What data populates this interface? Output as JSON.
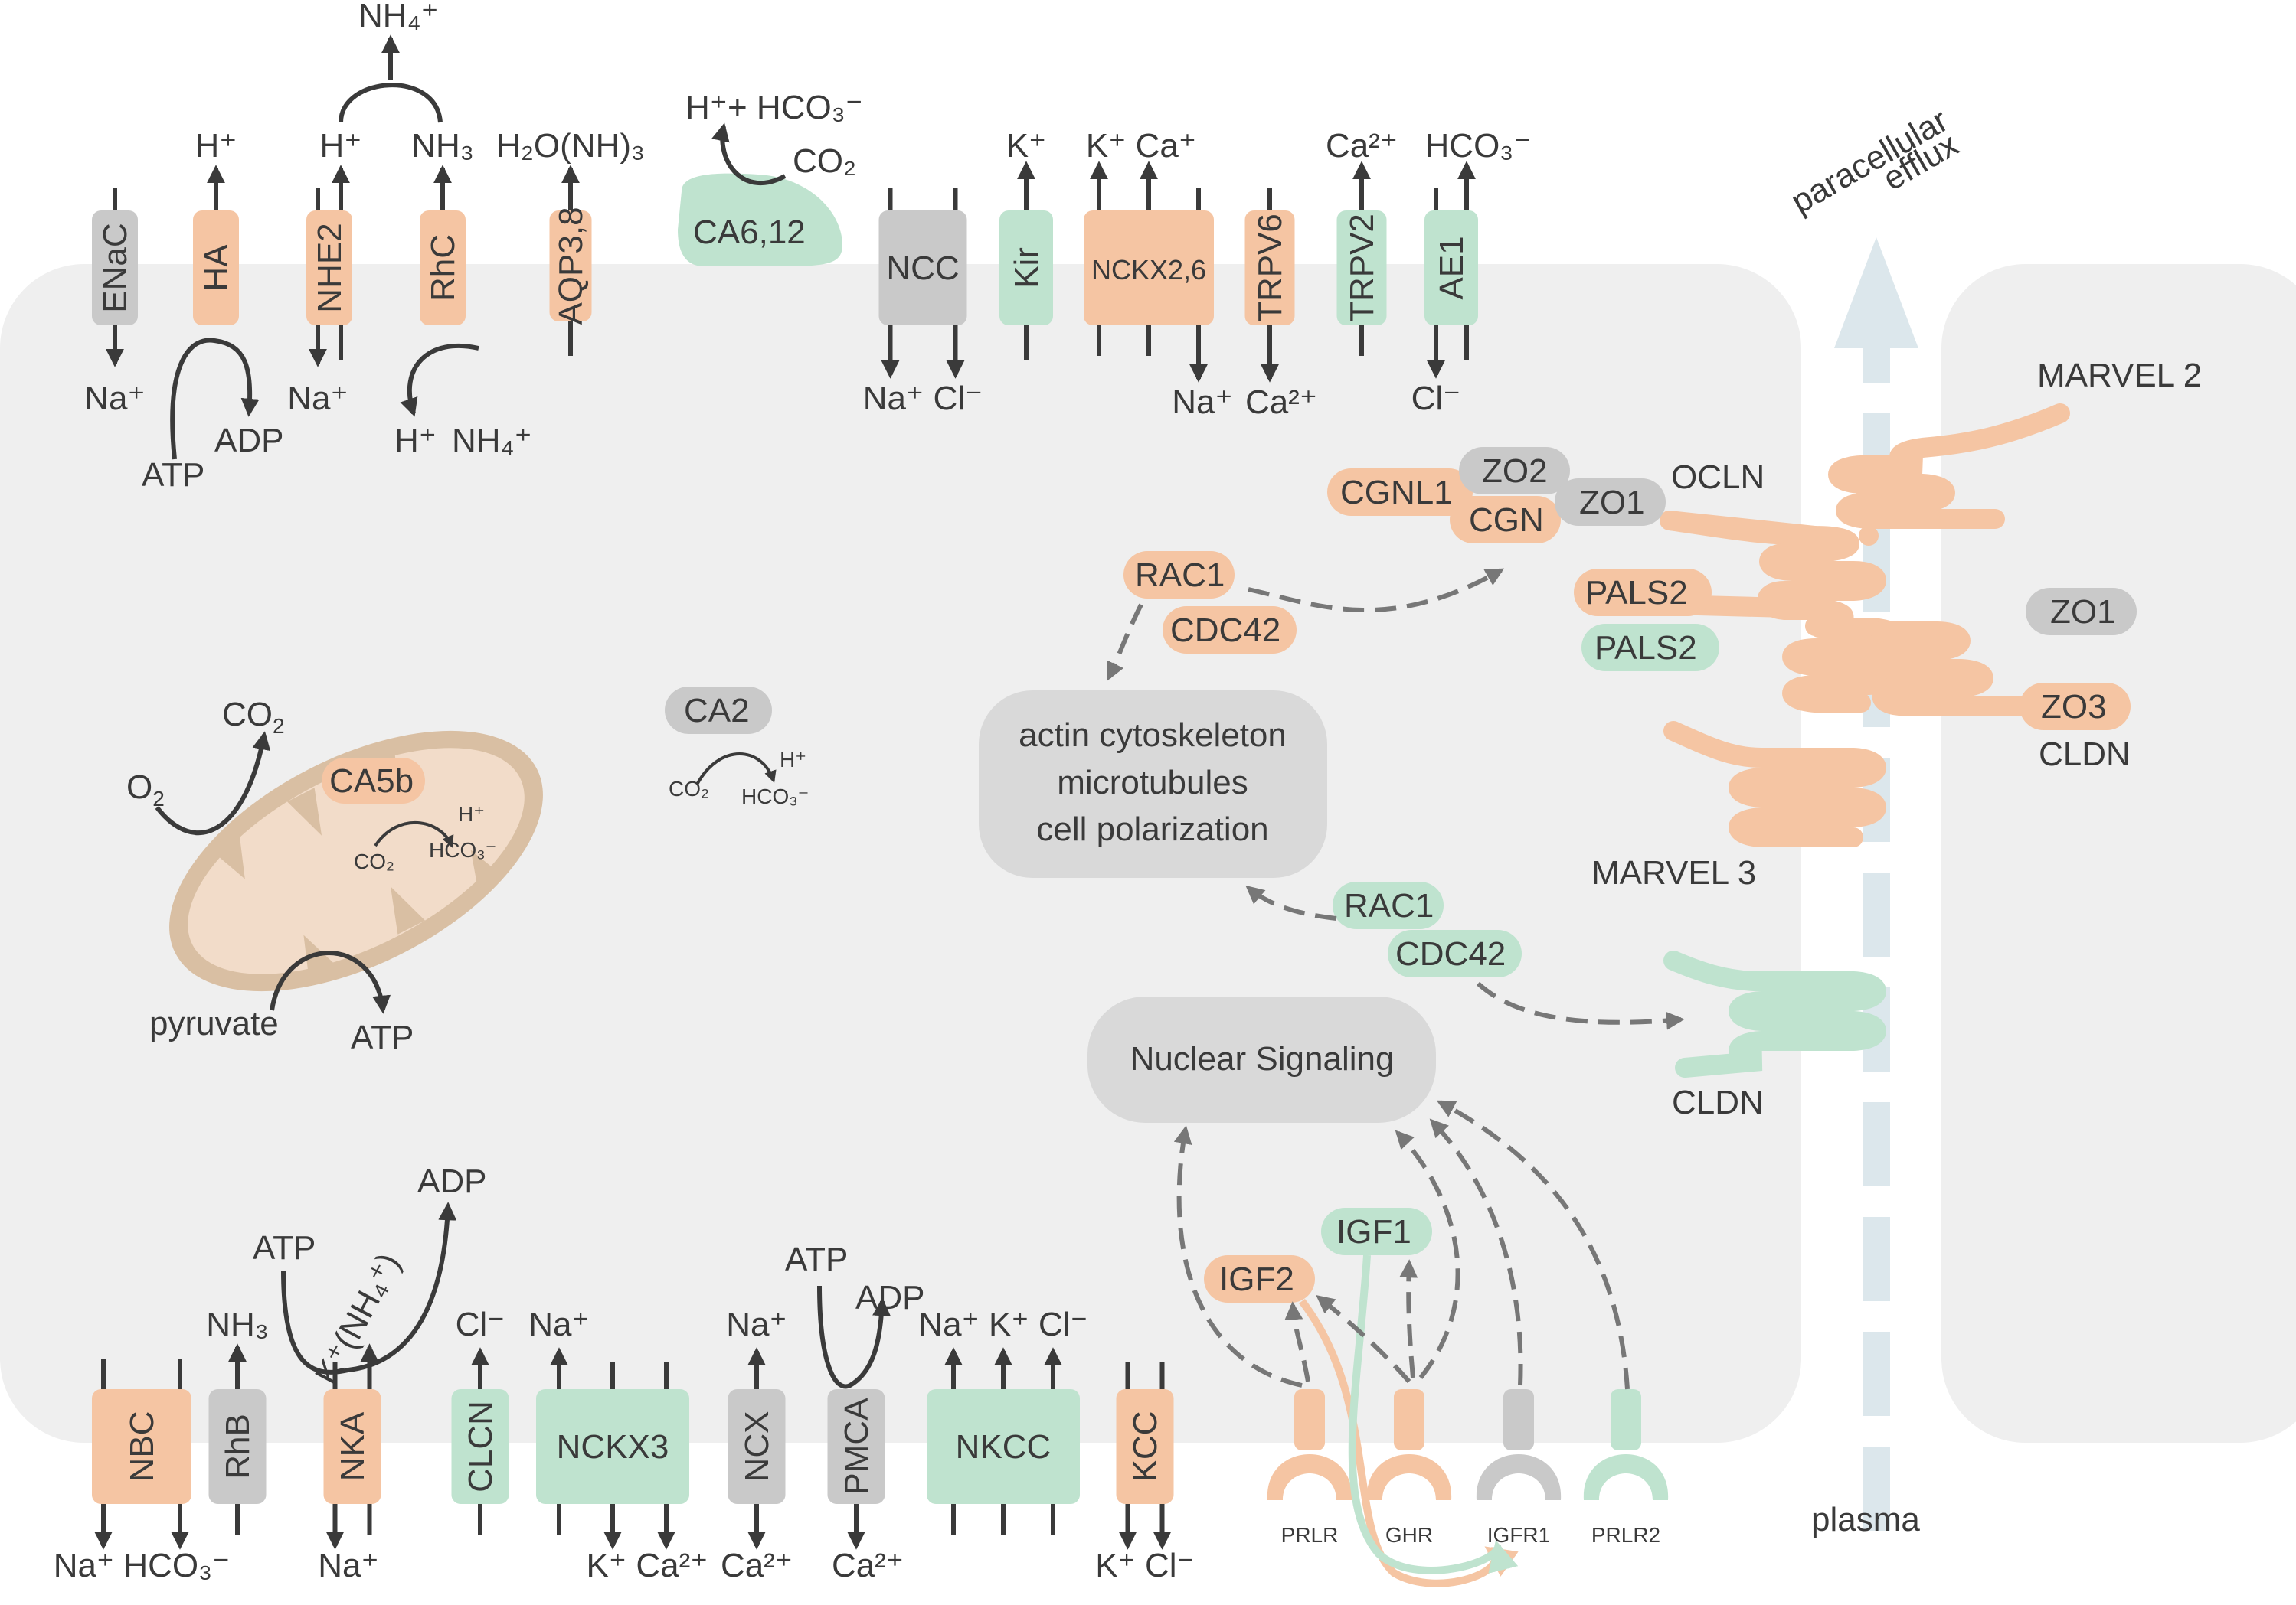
{
  "colors": {
    "orange": "#f5c5a3",
    "green": "#bfe3cf",
    "gray": "#c9c9c9",
    "cell": "#efefef",
    "mito_outer": "#d9bfa3",
    "mito_inner": "#f2dcc9",
    "arrow": "#3a3a3a",
    "dashed": "#777777",
    "paracellular": "#dce7ec"
  },
  "labels": {
    "paracellular": "paracellular",
    "efflux": "efflux",
    "plasma": "plasma",
    "marvel2": "MARVEL 2",
    "marvel3": "MARVEL 3",
    "ocln": "OCLN",
    "cldn_right": "CLDN",
    "cldn_bottom": "CLDN",
    "pyruvate": "pyruvate",
    "atp_mito": "ATP",
    "o2": "O",
    "o2_sub": "2",
    "co2_mito": "CO",
    "co2_mito_sub": "2"
  },
  "top_channels": [
    {
      "name": "ENaC",
      "color": "gray",
      "dir": "in",
      "labels": [
        "Na⁺"
      ]
    },
    {
      "name": "HA",
      "color": "orange",
      "dir": "out",
      "labels": [
        "H⁺"
      ]
    },
    {
      "name": "NHE2",
      "color": "orange",
      "dir": "both",
      "labels": [
        "H⁺",
        "Na⁺"
      ]
    },
    {
      "name": "RhC",
      "color": "orange",
      "dir": "out",
      "labels": [
        "NH₃"
      ]
    },
    {
      "name": "AQP3,8",
      "color": "orange",
      "dir": "out",
      "labels": [
        "H₂O(NH)₃"
      ]
    },
    {
      "name": "NCC",
      "color": "gray",
      "dir": "in",
      "labels": [
        "Na⁺ Cl⁻"
      ]
    },
    {
      "name": "Kir",
      "color": "green",
      "dir": "out",
      "labels": [
        "K⁺"
      ]
    },
    {
      "name": "NCKX2,6",
      "color": "orange",
      "dir": "both",
      "labels": [
        "K⁺ Ca⁺",
        "Na⁺"
      ]
    },
    {
      "name": "TRPV6",
      "color": "orange",
      "dir": "in",
      "labels": [
        "Ca²⁺"
      ]
    },
    {
      "name": "TRPV2",
      "color": "green",
      "dir": "out",
      "labels": [
        "Ca²⁺"
      ]
    },
    {
      "name": "AE1",
      "color": "green",
      "dir": "both",
      "labels": [
        "HCO₃⁻",
        "Cl⁻"
      ]
    }
  ],
  "top_extra": {
    "nh4_top": "NH₄⁺",
    "atp": "ATP",
    "adp": "ADP",
    "h_rhc": "H⁺",
    "nh4_rhc": "NH₄⁺",
    "ca6": "CA6,12",
    "ca6_products": "H⁺+ HCO₃⁻",
    "ca6_co2": "CO₂"
  },
  "bottom_channels": [
    {
      "name": "NBC",
      "color": "orange",
      "labels": [
        "Na⁺ HCO₃⁻"
      ]
    },
    {
      "name": "RhB",
      "color": "gray",
      "labels": [
        "NH₃"
      ]
    },
    {
      "name": "NKA",
      "color": "orange",
      "labels": [
        "Na⁺",
        "K⁺(NH₄⁺)"
      ]
    },
    {
      "name": "CLCN",
      "color": "green",
      "labels": [
        "Cl⁻"
      ]
    },
    {
      "name": "NCKX3",
      "color": "green",
      "labels": [
        "Na⁺",
        "K⁺ Ca²⁺"
      ]
    },
    {
      "name": "NCX",
      "color": "gray",
      "labels": [
        "Na⁺",
        "Ca²⁺"
      ]
    },
    {
      "name": "PMCA",
      "color": "gray",
      "labels": [
        "Ca²⁺"
      ]
    },
    {
      "name": "NKCC",
      "color": "green",
      "labels": [
        "Na⁺ K⁺ Cl⁻"
      ]
    },
    {
      "name": "KCC",
      "color": "orange",
      "labels": [
        "K⁺ Cl⁻"
      ]
    }
  ],
  "bottom_extra": {
    "atp_nka": "ATP",
    "adp_nka": "ADP",
    "atp_pmca": "ATP",
    "adp_pmca": "ADP"
  },
  "receptors": [
    {
      "name": "PRLR",
      "color": "orange"
    },
    {
      "name": "GHR",
      "color": "orange"
    },
    {
      "name": "IGFR1",
      "color": "gray"
    },
    {
      "name": "PRLR2",
      "color": "green"
    }
  ],
  "pills": {
    "cgnl1": "CGNL1",
    "zo2": "ZO2",
    "cgn": "CGN",
    "zo1_left": "ZO1",
    "rac1_top": "RAC1",
    "cdc42_top": "CDC42",
    "pals2_orange": "PALS2",
    "pals2_green": "PALS2",
    "zo1_right": "ZO1",
    "zo3": "ZO3",
    "ca2": "CA2",
    "ca5b": "CA5b",
    "rac1_bottom": "RAC1",
    "cdc42_bottom": "CDC42",
    "igf2": "IGF2",
    "igf1": "IGF1"
  },
  "small_reactions": {
    "ca2_co2": "CO₂",
    "ca2_h": "H⁺",
    "ca2_hco3": "HCO₃⁻",
    "ca5_co2": "CO₂",
    "ca5_h": "H⁺",
    "ca5_hco3": "HCO₃⁻"
  },
  "boxes": {
    "cyto_line1": "actin cytoskeleton",
    "cyto_line2": "microtubules",
    "cyto_line3": "cell polarization",
    "nuclear": "Nuclear Signaling"
  }
}
